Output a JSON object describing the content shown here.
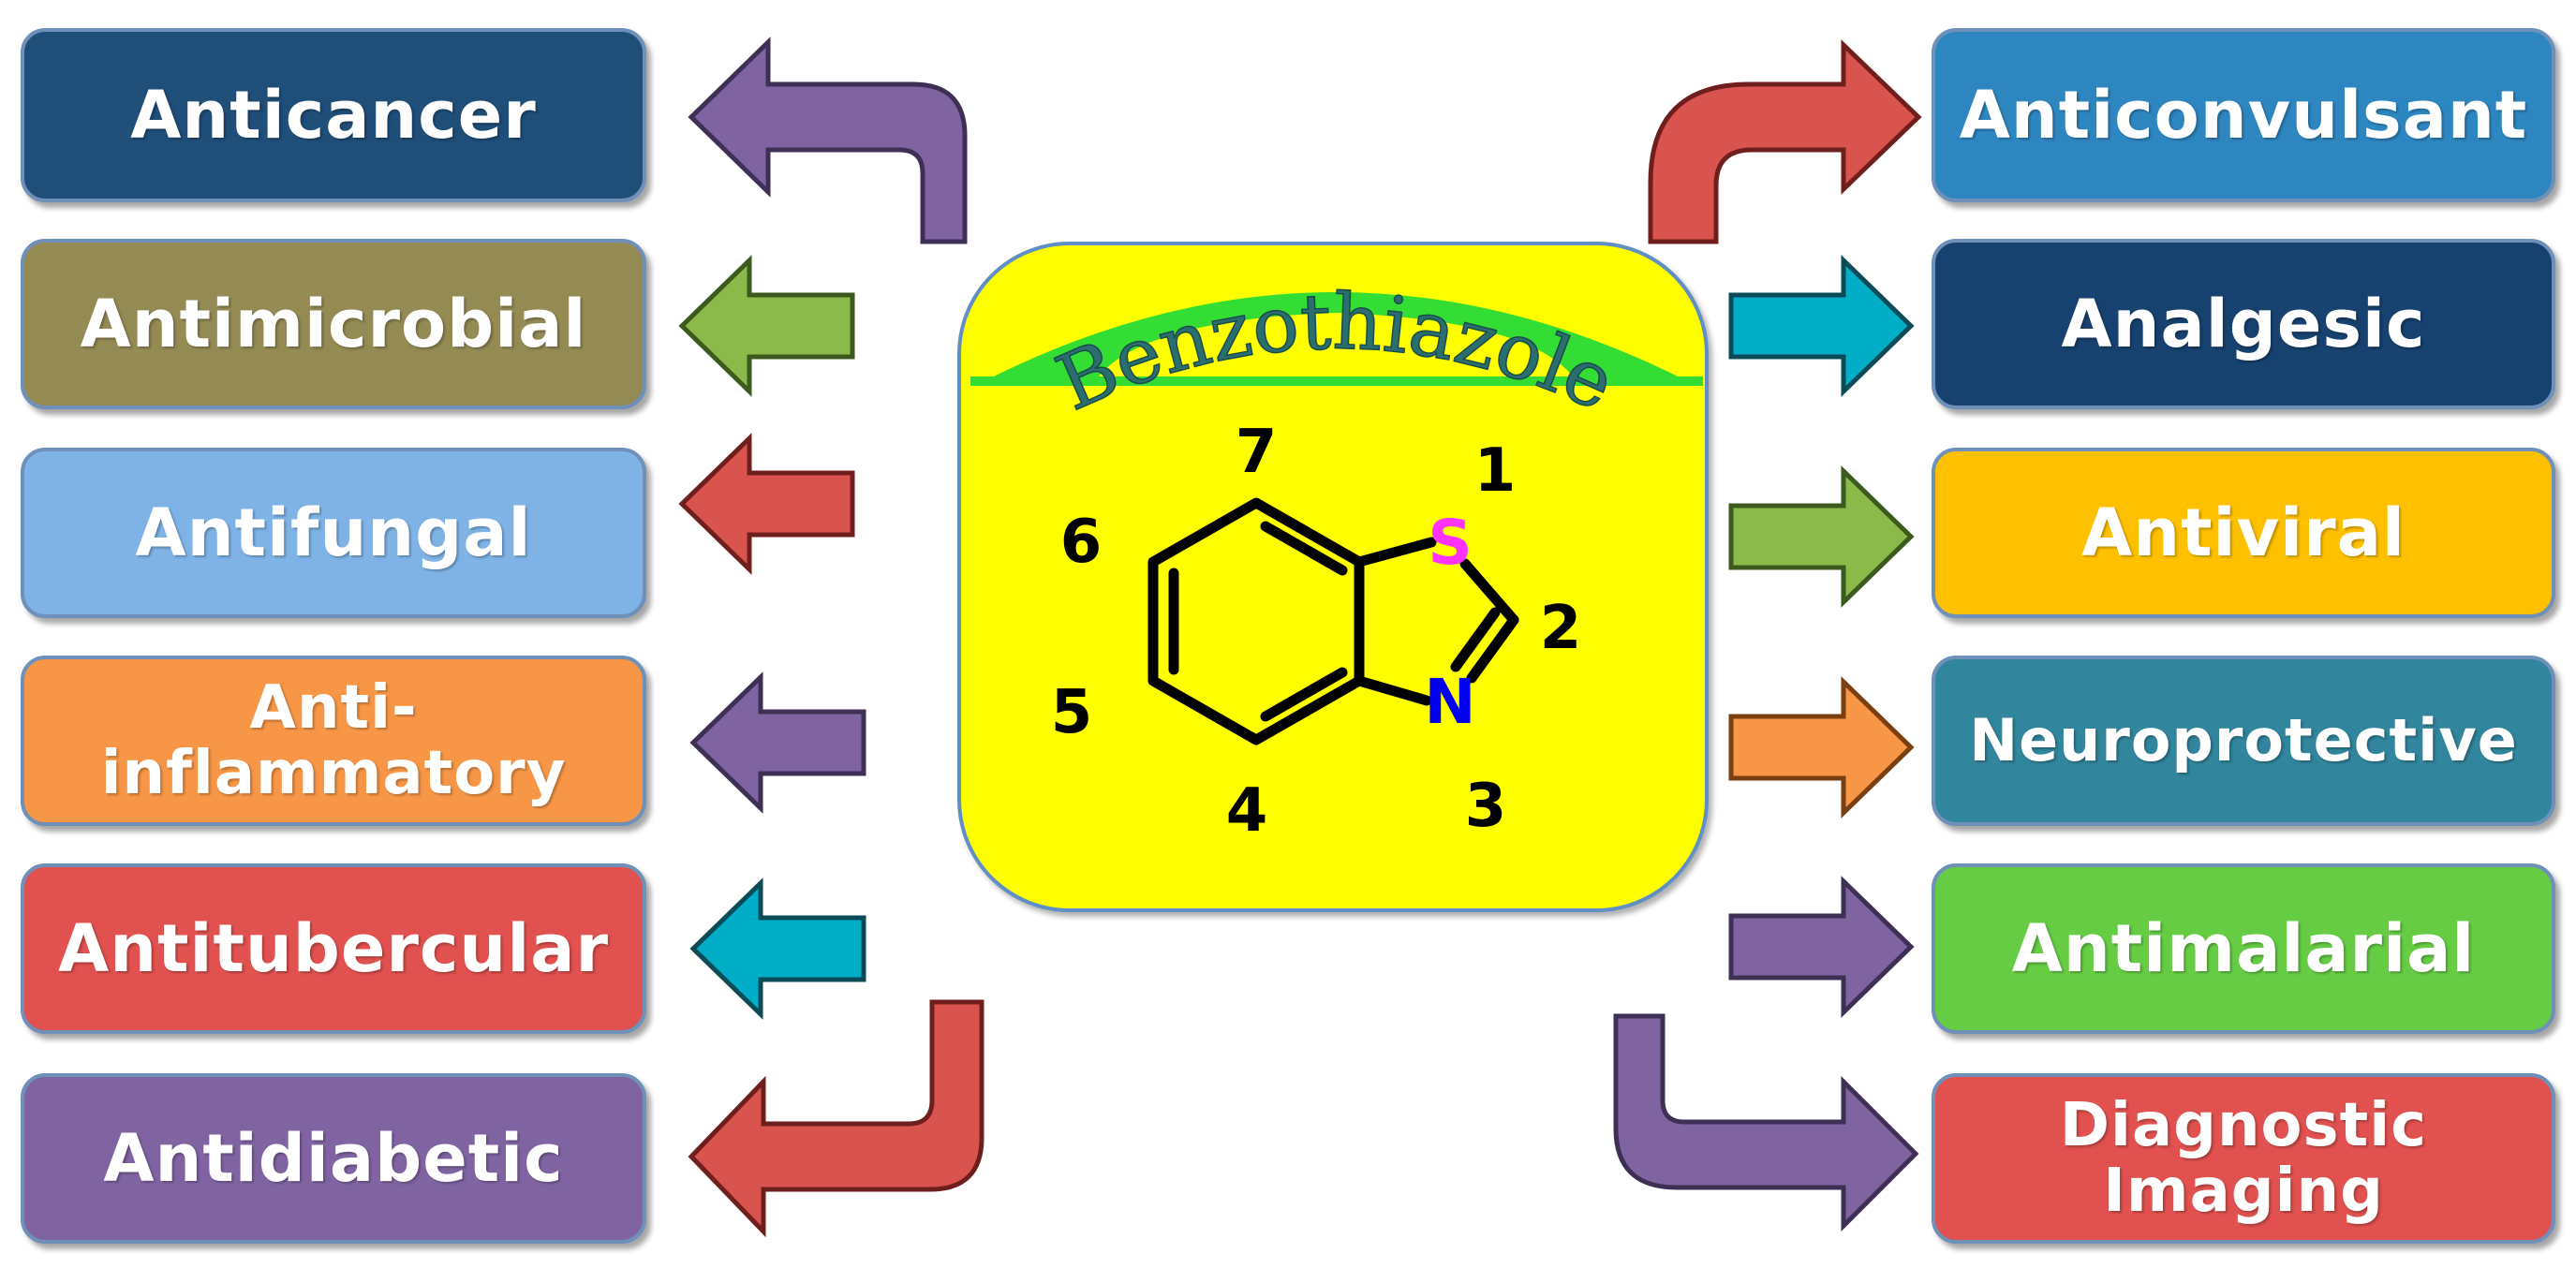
{
  "left_items": [
    {
      "label": "Anticancer",
      "color": "#1f4e79"
    },
    {
      "label": "Antimicrobial",
      "color": "#948a54"
    },
    {
      "label": "Antifungal",
      "color": "#7fb3e6"
    },
    {
      "label": "Anti-\ninflammatory",
      "color": "#f79646"
    },
    {
      "label": "Antitubercular",
      "color": "#e0514f"
    },
    {
      "label": "Antidiabetic",
      "color": "#8064a2"
    }
  ],
  "right_items": [
    {
      "label": "Anticonvulsant",
      "color": "#2e86c1"
    },
    {
      "label": "Analgesic",
      "color": "#17416e"
    },
    {
      "label": "Antiviral",
      "color": "#ffc000"
    },
    {
      "label": "Neuroprotective",
      "color": "#31859c"
    },
    {
      "label": "Antimalarial",
      "color": "#66cc44"
    },
    {
      "label": "Diagnostic\nImaging",
      "color": "#e0514f"
    }
  ],
  "center": {
    "title": "Benzothiazole",
    "atoms": {
      "S": "S",
      "N": "N"
    },
    "numbers": {
      "n1": "1",
      "n2": "2",
      "n3": "3",
      "n4": "4",
      "n5": "5",
      "n6": "6",
      "n7": "7"
    }
  },
  "colors": {
    "center_bg": "#ffff00",
    "arc": "#33dd33",
    "sulfur": "#ff33ff",
    "nitrogen": "#0000ee",
    "arrow_purple": "#8064a2",
    "arrow_green": "#8bba4a",
    "arrow_red": "#d9534f",
    "arrow_cyan": "#00aec7",
    "arrow_orange": "#f79646"
  }
}
